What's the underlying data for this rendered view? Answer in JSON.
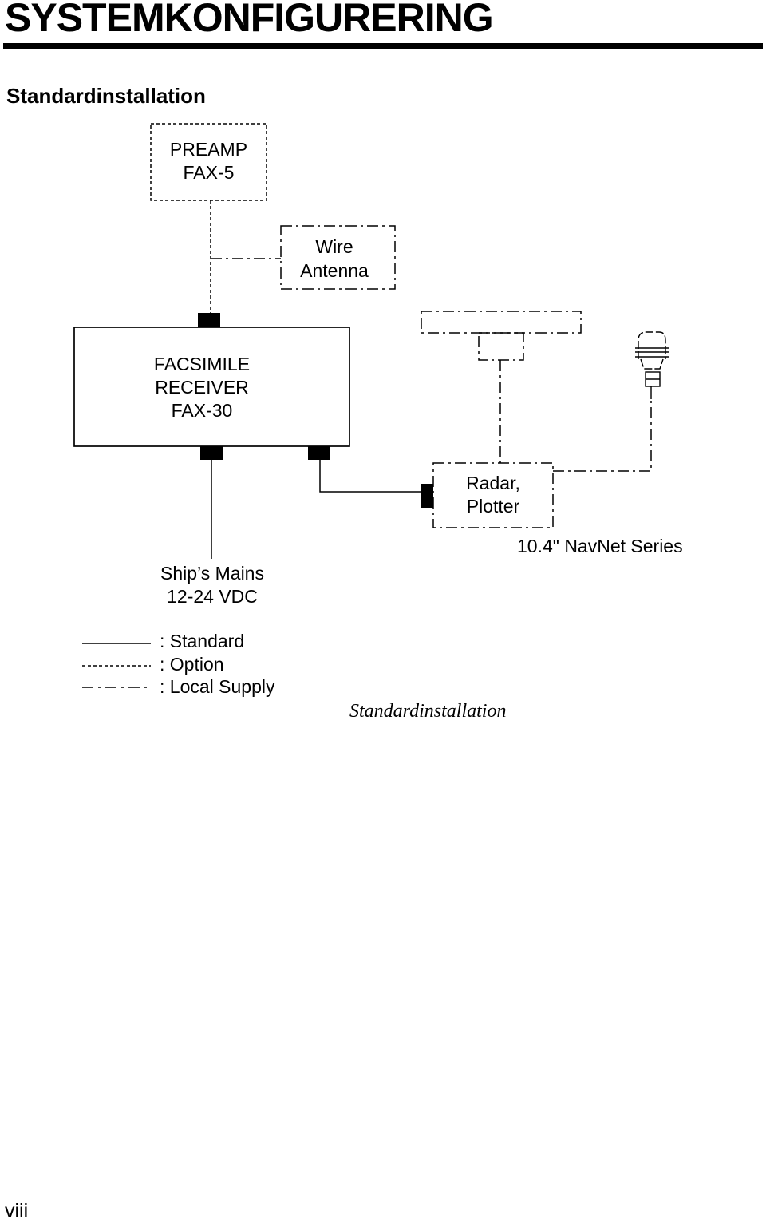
{
  "page": {
    "title": "SYSTEMKONFIGURERING",
    "section_heading": "Standardinstallation",
    "caption": "Standardinstallation",
    "page_number": "viii"
  },
  "diagram": {
    "preamp": {
      "line1": "PREAMP",
      "line2": "FAX-5"
    },
    "wire_antenna": {
      "line1": "Wire",
      "line2": "Antenna"
    },
    "receiver": {
      "line1": "FACSIMILE",
      "line2": "RECEIVER",
      "line3": "FAX-30"
    },
    "radar": {
      "line1": "Radar,",
      "line2": "Plotter"
    },
    "navnet": "10.4\" NavNet Series",
    "ships_mains": {
      "line1": "Ship’s Mains",
      "line2": "12-24 VDC"
    }
  },
  "legend": {
    "standard": ": Standard",
    "option": ": Option",
    "local_supply": ": Local Supply"
  }
}
